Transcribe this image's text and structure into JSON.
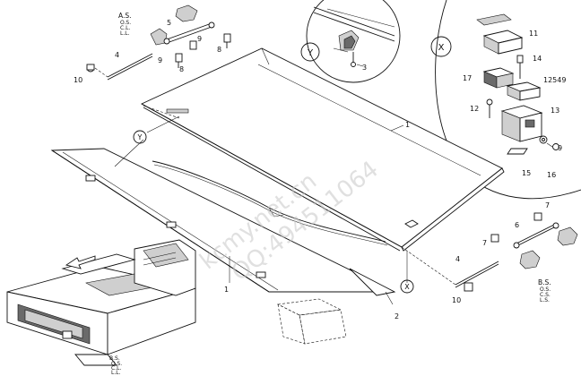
{
  "callouts": {
    "c1": "1",
    "c1b": "1",
    "c2": "2",
    "c3": "3",
    "c4": "4",
    "c4b": "4",
    "c5": "5",
    "c6": "6",
    "c7": "7",
    "c7b": "7",
    "c8": "8",
    "c8b": "8",
    "c9": "9",
    "c9b": "9",
    "c9c": "9",
    "c10": "10",
    "c10b": "10",
    "c11": "11",
    "c12": "12",
    "c13": "13",
    "c14": "14",
    "c15": "15",
    "c16": "16",
    "c17": "17",
    "c12549": "12549"
  },
  "detail_letters": {
    "y_top": "Y",
    "y_main": "Y",
    "x_top": "X",
    "x_main": "X"
  },
  "side_labels": {
    "as_title": "A.S.",
    "as_l1": "O.S.",
    "as_l2": "C.L.",
    "as_l3": "L.L.",
    "bs_title": "B.S.",
    "bs_l1": "O.S.",
    "bs_l2": "C.S.",
    "bs_l3": "L.S.",
    "bs2_title": "B.S.",
    "bs2_l1": "O.S.",
    "bs2_l2": "C.L.",
    "bs2_l3": "L.L."
  },
  "watermark": {
    "line1": "kcmy.net.cn",
    "line2": "QQ:494511064"
  }
}
